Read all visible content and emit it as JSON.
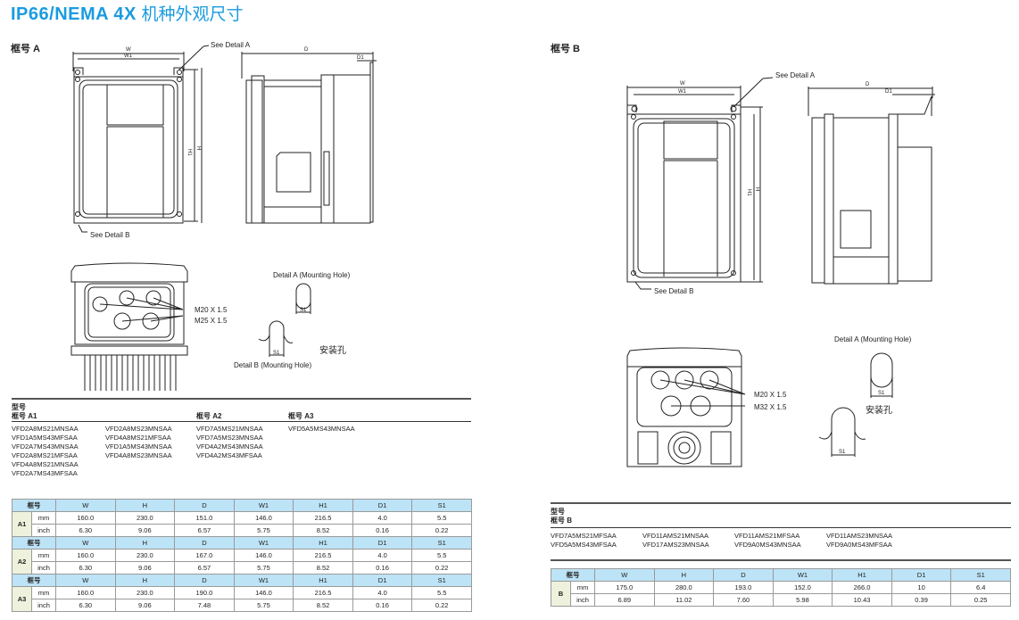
{
  "title": {
    "main": "IP66/NEMA 4X",
    "cn": "机种外观尺寸"
  },
  "frame_a": {
    "label": "框号 A",
    "see_detail_a": "See Detail A",
    "see_detail_b": "See Detail B",
    "dims": {
      "w": "W",
      "w1": "W1",
      "h": "H",
      "h1": "H1",
      "d": "D",
      "d1": "D1",
      "s1": "S1"
    },
    "m20": "M20 X 1.5",
    "m25": "M25 X 1.5",
    "detail_a": "Detail A (Mounting Hole)",
    "detail_b": "Detail B (Mounting Hole)",
    "mounting_hole": "安装孔"
  },
  "frame_b": {
    "label": "框号 B",
    "see_detail_a": "See Detail A",
    "see_detail_b": "See Detail B",
    "dims": {
      "w": "W",
      "w1": "W1",
      "h": "H",
      "h1": "H1",
      "d": "D",
      "d1": "D1",
      "s1": "S1"
    },
    "m20": "M20 X 1.5",
    "m32": "M32 X 1.5",
    "detail_a": "Detail A (Mounting Hole)",
    "mounting_hole": "安装孔"
  },
  "models_a": {
    "model_label": "型号",
    "groups": [
      {
        "label": "框号 A1",
        "cols": [
          [
            "VFD2A8MS21MNSAA",
            "VFD1A5MS43MFSAA",
            "VFD2A7MS43MNSAA",
            "VFD2A8MS21MFSAA",
            "VFD4A8MS21MNSAA",
            "VFD2A7MS43MFSAA"
          ],
          [
            "VFD2A8MS23MNSAA",
            "VFD4A8MS21MFSAA",
            "VFD1A5MS43MNSAA",
            "VFD4A8MS23MNSAA"
          ]
        ]
      },
      {
        "label": "框号 A2",
        "cols": [
          [
            "VFD7A5MS21MNSAA",
            "VFD7A5MS23MNSAA",
            "VFD4A2MS43MNSAA",
            "VFD4A2MS43MFSAA"
          ]
        ]
      },
      {
        "label": "框号 A3",
        "cols": [
          [
            "VFD5A5MS43MNSAA"
          ]
        ]
      }
    ]
  },
  "models_b": {
    "model_label": "型号",
    "label": "框号 B",
    "cols": [
      [
        "VFD7A5MS21MFSAA",
        "VFD5A5MS43MFSAA"
      ],
      [
        "VFD11AMS21MNSAA",
        "VFD17AMS23MNSAA"
      ],
      [
        "VFD11AMS21MFSAA",
        "VFD9A0MS43MNSAA"
      ],
      [
        "VFD11AMS23MNSAA",
        "VFD9A0MS43MFSAA"
      ]
    ]
  },
  "spec_a": {
    "frame_header": "框号",
    "columns": [
      "W",
      "H",
      "D",
      "W1",
      "H1",
      "D1",
      "S1"
    ],
    "groups": [
      {
        "frame": "A1",
        "rows": [
          {
            "unit": "mm",
            "values": [
              "160.0",
              "230.0",
              "151.0",
              "146.0",
              "216.5",
              "4.0",
              "5.5"
            ]
          },
          {
            "unit": "inch",
            "values": [
              "6.30",
              "9.06",
              "6.57",
              "5.75",
              "8.52",
              "0.16",
              "0.22"
            ]
          }
        ]
      },
      {
        "frame": "A2",
        "rows": [
          {
            "unit": "mm",
            "values": [
              "160.0",
              "230.0",
              "167.0",
              "146.0",
              "216.5",
              "4.0",
              "5.5"
            ]
          },
          {
            "unit": "inch",
            "values": [
              "6.30",
              "9.06",
              "6.57",
              "5.75",
              "8.52",
              "0.16",
              "0.22"
            ]
          }
        ]
      },
      {
        "frame": "A3",
        "rows": [
          {
            "unit": "mm",
            "values": [
              "160.0",
              "230.0",
              "190.0",
              "146.0",
              "216.5",
              "4.0",
              "5.5"
            ]
          },
          {
            "unit": "inch",
            "values": [
              "6.30",
              "9.06",
              "7.48",
              "5.75",
              "8.52",
              "0.16",
              "0.22"
            ]
          }
        ]
      }
    ]
  },
  "spec_b": {
    "frame_header": "框号",
    "columns": [
      "W",
      "H",
      "D",
      "W1",
      "H1",
      "D1",
      "S1"
    ],
    "groups": [
      {
        "frame": "B",
        "rows": [
          {
            "unit": "mm",
            "values": [
              "175.0",
              "280.0",
              "193.0",
              "152.0",
              "266.0",
              "10",
              "6.4"
            ]
          },
          {
            "unit": "inch",
            "values": [
              "6.89",
              "11.02",
              "7.60",
              "5.98",
              "10.43",
              "0.39",
              "0.25"
            ]
          }
        ]
      }
    ]
  },
  "colors": {
    "title": "#1a9be0",
    "table_header": "#bde3f6",
    "frame_cell": "#eef2dc"
  }
}
